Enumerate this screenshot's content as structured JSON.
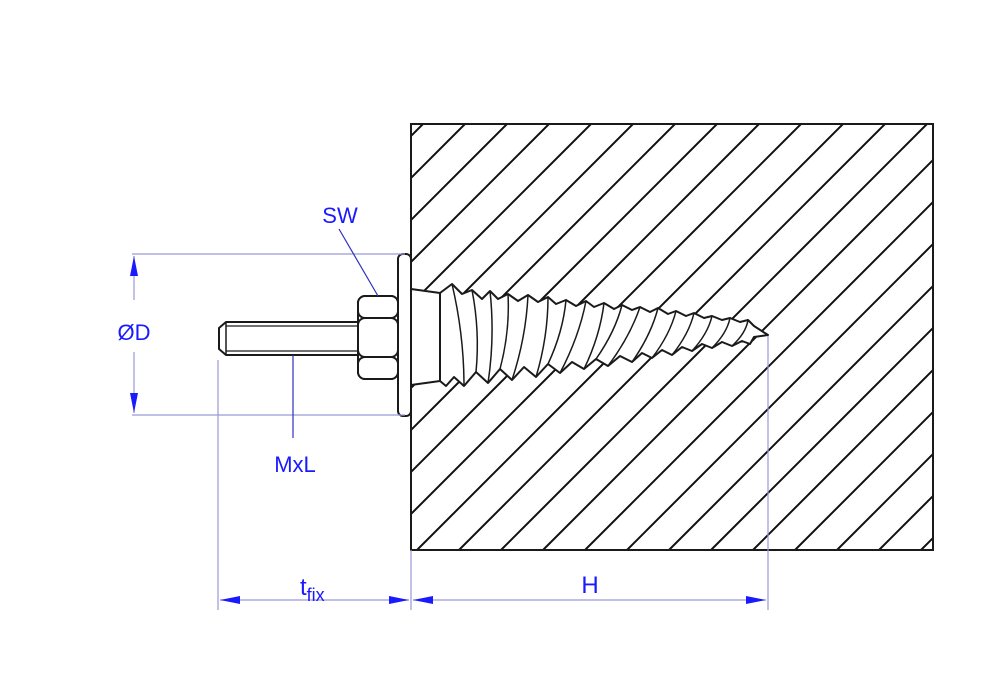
{
  "drawing": {
    "title": "Hanger bolt installation dimensions",
    "colors": {
      "dimension": "#1a1aff",
      "extension_line": "#9a9ad8",
      "outline": "#1a1a1a",
      "background": "#ffffff"
    },
    "labels": {
      "wrench_size": "SW",
      "diameter": "ØD",
      "thread": "MxL",
      "fixture_thickness_base": "t",
      "fixture_thickness_sub": "fix",
      "embedment_depth": "H"
    },
    "components": {
      "base_material": "hatched-substrate",
      "screw": "wood-thread-screw",
      "nut": "hex-nut",
      "washer": "washer",
      "stud": "threaded-stud"
    }
  }
}
